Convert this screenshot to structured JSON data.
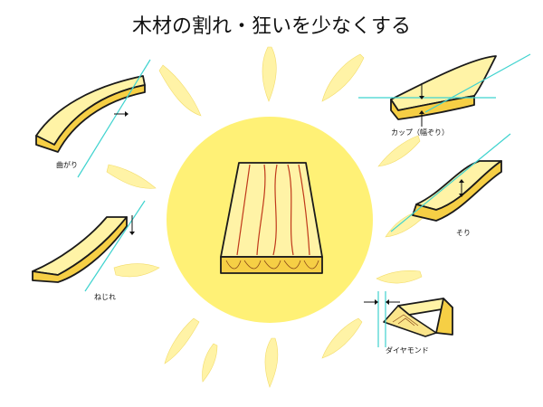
{
  "title": "木材の割れ・狂いを少なくする",
  "labels": {
    "bow": "曲がり",
    "twist": "ねじれ",
    "cup": "カップ（幅ぞり）",
    "crook": "そり",
    "diamond": "ダイヤモンド"
  },
  "colors": {
    "sun_center": "#fff176",
    "ray": "#fff3a6",
    "wood_top": "#fff3a6",
    "wood_side": "#f6cf45",
    "guide_line": "#3fd3cf",
    "grain": "#c0391b"
  }
}
